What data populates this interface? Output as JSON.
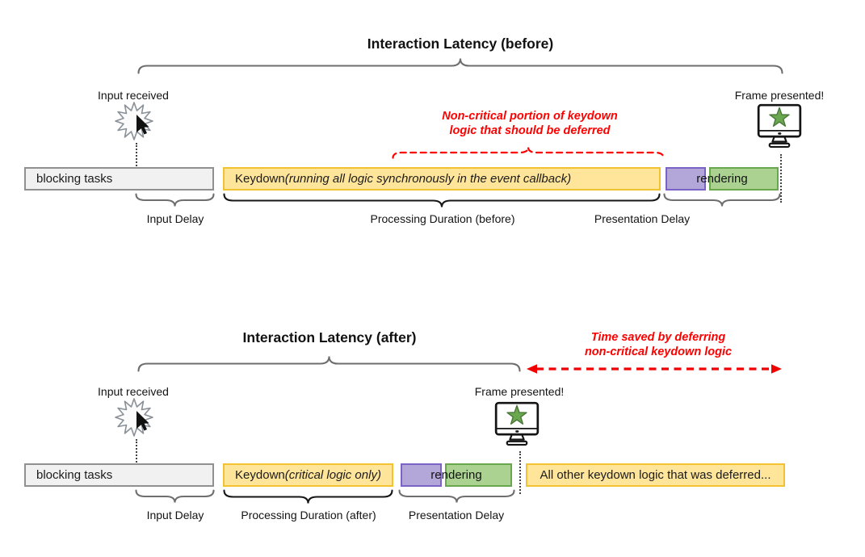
{
  "colors": {
    "yellow_fill": "#ffe59a",
    "yellow_border": "#f2c233",
    "purple_fill": "#b3a6d9",
    "purple_border": "#7b63c5",
    "green_fill": "#abd290",
    "green_border": "#68a74e",
    "gray_fill": "#f1f1f1",
    "gray_border": "#909090",
    "annotation_red": "#ff0000",
    "star_green": "#6aa84f"
  },
  "before": {
    "title": "Interaction Latency (before)",
    "input_received": "Input received",
    "frame_presented": "Frame presented!",
    "note": {
      "line1": "Non-critical portion of keydown",
      "line2": "logic that should be deferred"
    },
    "bars": {
      "blocking": "blocking tasks",
      "keydown_prefix": "Keydown ",
      "keydown_detail": "(running all logic synchronously in the event callback)",
      "rendering": "rendering"
    },
    "phases": {
      "input_delay": "Input Delay",
      "processing": "Processing Duration (before)",
      "presentation": "Presentation Delay"
    }
  },
  "after": {
    "title": "Interaction Latency (after)",
    "input_received": "Input received",
    "frame_presented": "Frame presented!",
    "note": {
      "line1": "Time saved by deferring",
      "line2": "non-critical keydown logic"
    },
    "bars": {
      "blocking": "blocking tasks",
      "keydown_prefix": "Keydown ",
      "keydown_detail": "(critical logic only)",
      "rendering": "rendering",
      "deferred": "All other keydown logic that was deferred..."
    },
    "phases": {
      "input_delay": "Input Delay",
      "processing": "Processing Duration (after)",
      "presentation": "Presentation Delay"
    }
  }
}
